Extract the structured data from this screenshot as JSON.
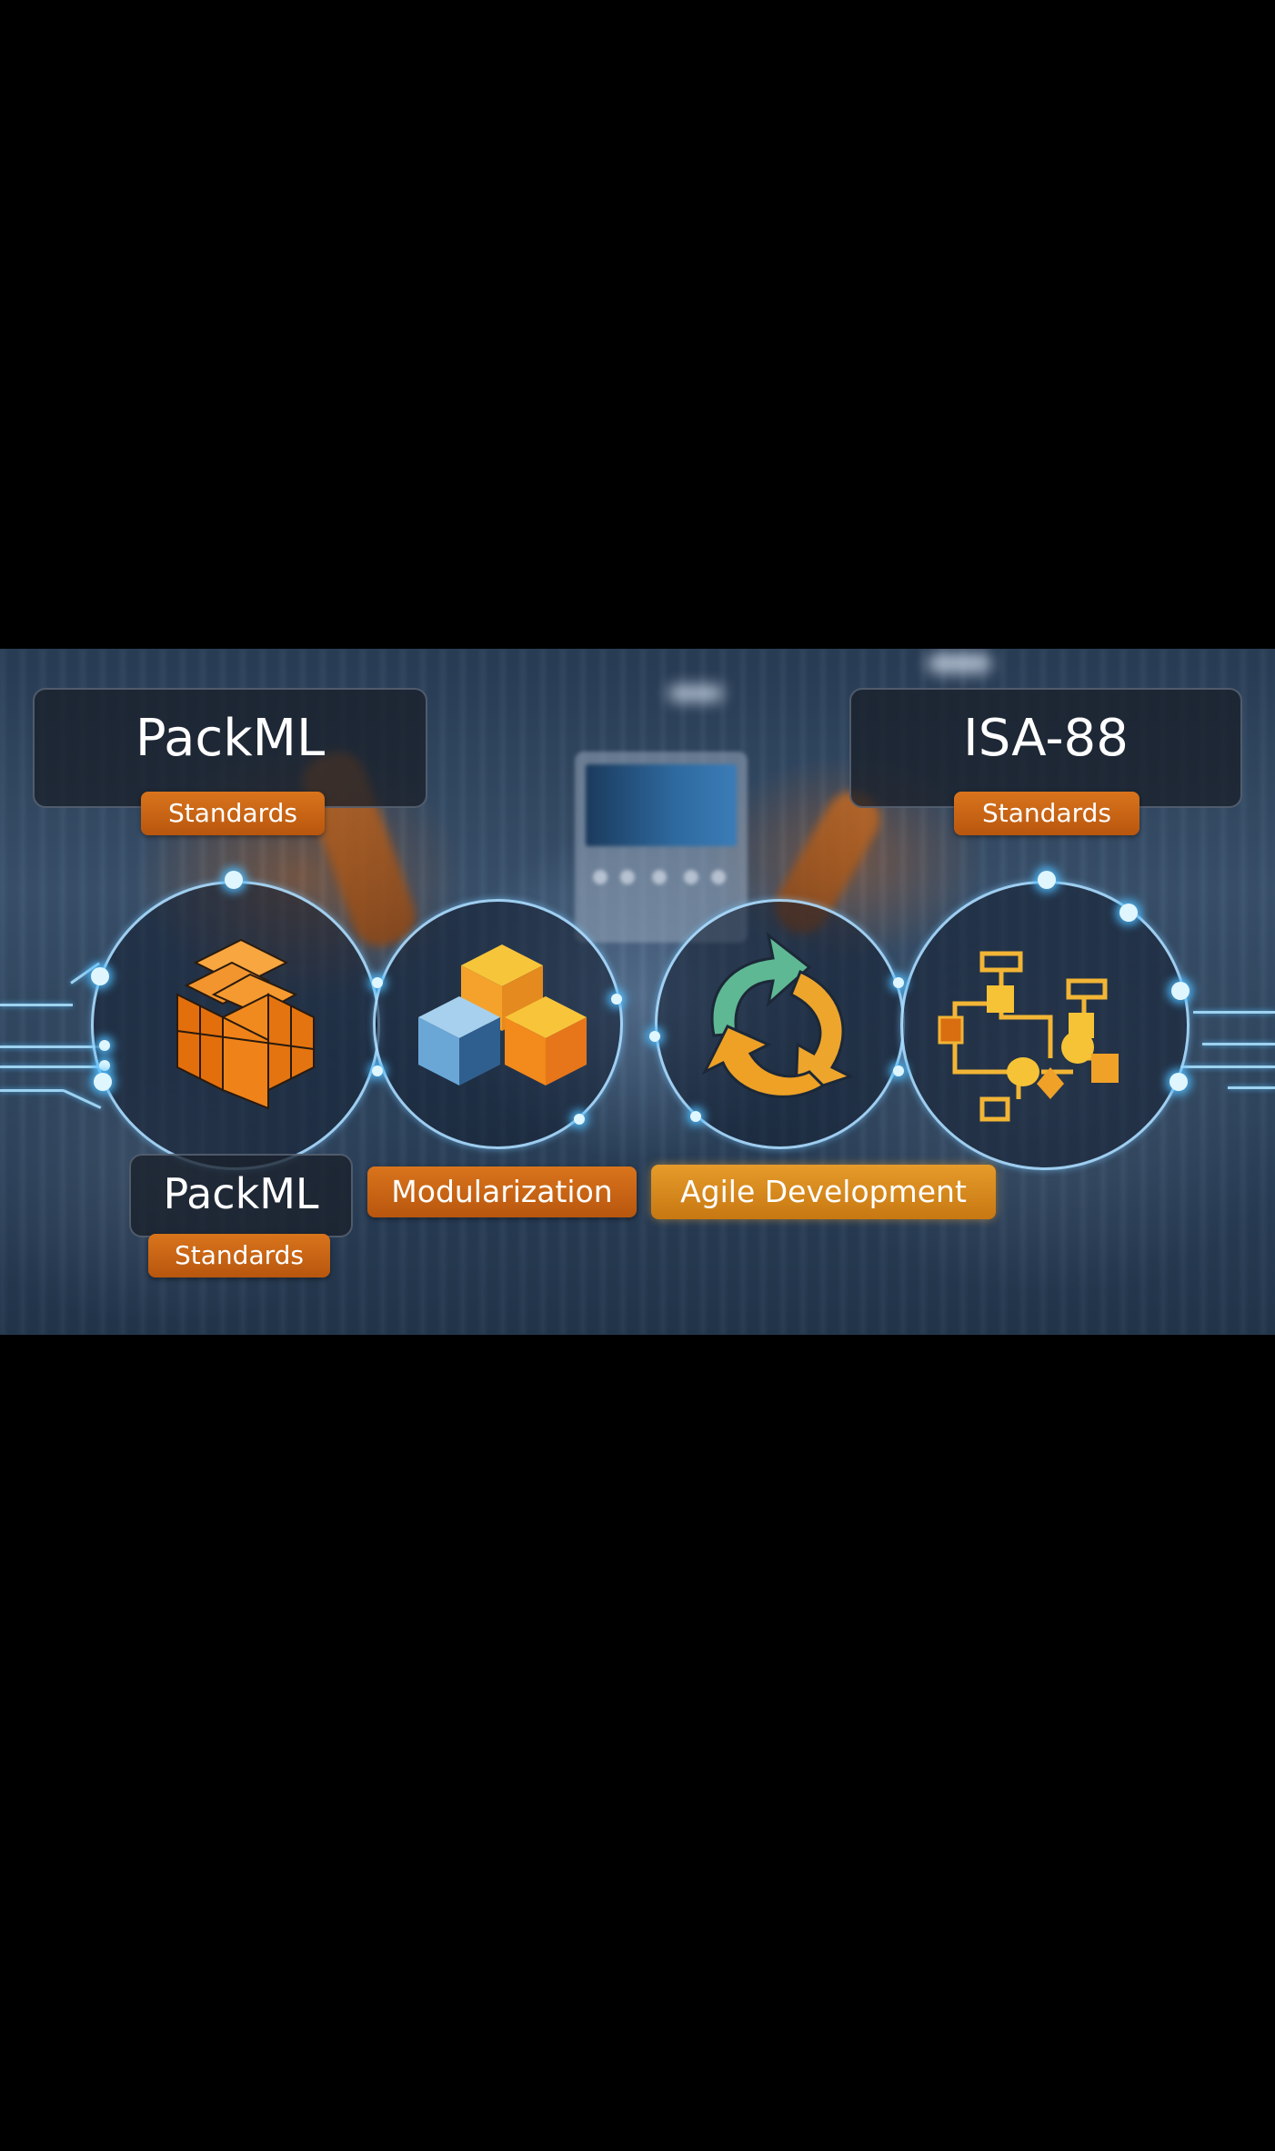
{
  "scene": {
    "background": "blurred industrial factory floor with robotic arms and machine control panel",
    "accent_colors": {
      "orange": "#d9741c",
      "gold": "#e69b2a",
      "glow_blue": "#7fd0ff",
      "card_bg": "#19202a"
    }
  },
  "top_cards": [
    {
      "title": "PackML",
      "badge": "Standards"
    },
    {
      "title": "ISA-88",
      "badge": "Standards"
    }
  ],
  "icons": [
    {
      "name": "cube-stack-icon",
      "description": "orange stacked cubes"
    },
    {
      "name": "modular-cubes-icon",
      "description": "three cubes: yellow, blue, orange"
    },
    {
      "name": "cycle-arrows-icon",
      "description": "green and orange circular arrows"
    },
    {
      "name": "flowchart-icon",
      "description": "yellow/orange process flowchart"
    }
  ],
  "bottom_labels": {
    "packml_card": {
      "title": "PackML",
      "badge": "Standards"
    },
    "modularization": "Modularization",
    "agile": "Agile Development"
  }
}
